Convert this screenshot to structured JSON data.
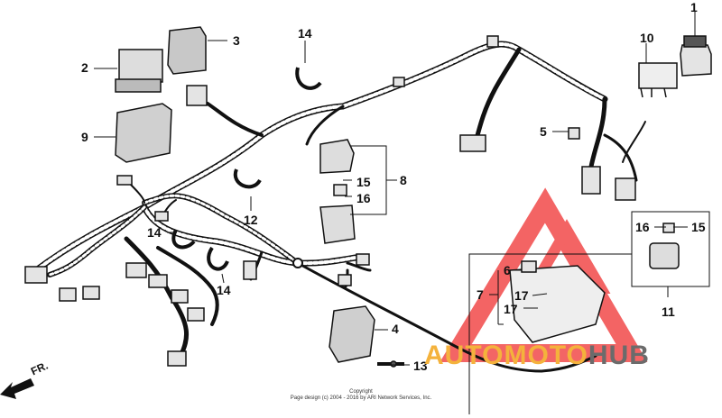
{
  "callouts": [
    {
      "id": "1",
      "text": "1"
    },
    {
      "id": "2",
      "text": "2"
    },
    {
      "id": "3",
      "text": "3"
    },
    {
      "id": "4",
      "text": "4"
    },
    {
      "id": "5",
      "text": "5"
    },
    {
      "id": "6",
      "text": "6"
    },
    {
      "id": "7",
      "text": "7"
    },
    {
      "id": "8",
      "text": "8"
    },
    {
      "id": "9",
      "text": "9"
    },
    {
      "id": "10",
      "text": "10"
    },
    {
      "id": "11",
      "text": "11"
    },
    {
      "id": "12",
      "text": "12"
    },
    {
      "id": "13",
      "text": "13"
    },
    {
      "id": "14a",
      "text": "14"
    },
    {
      "id": "14b",
      "text": "14"
    },
    {
      "id": "14c",
      "text": "14"
    },
    {
      "id": "15a",
      "text": "15"
    },
    {
      "id": "15b",
      "text": "15"
    },
    {
      "id": "16a",
      "text": "16"
    },
    {
      "id": "16b",
      "text": "16"
    },
    {
      "id": "17a",
      "text": "17"
    },
    {
      "id": "17b",
      "text": "17"
    }
  ],
  "direction_label": "FR.",
  "footer": {
    "line1": "Copyright",
    "line2": "Page design (c) 2004 - 2016 by ARI Network Services, Inc."
  },
  "watermark": {
    "part1": "AUTO",
    "part2": "MOTO",
    "part3": "HUB",
    "color_orange": "#f4b23c",
    "color_gray": "#6b6b6b",
    "color_red": "#f25454"
  }
}
